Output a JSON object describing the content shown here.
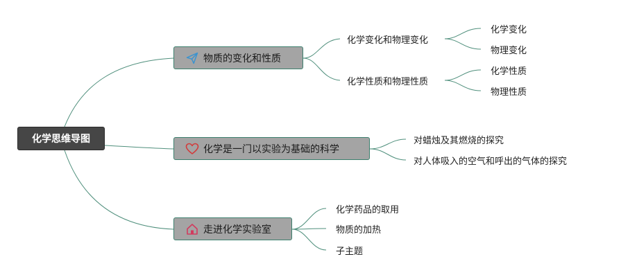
{
  "root": {
    "label": "化学思维导图"
  },
  "branches": [
    {
      "label": "物质的变化和性质",
      "icon": "paper-plane-icon",
      "children": [
        {
          "label": "化学变化和物理变化",
          "children": [
            {
              "label": "化学变化"
            },
            {
              "label": "物理变化"
            }
          ]
        },
        {
          "label": "化学性质和物理性质",
          "children": [
            {
              "label": "化学性质"
            },
            {
              "label": "物理性质"
            }
          ]
        }
      ]
    },
    {
      "label": "化学是一门以实验为基础的科学",
      "icon": "heart-icon",
      "children": [
        {
          "label": "对蜡烛及其燃烧的探究"
        },
        {
          "label": "对人体吸入的空气和呼出的气体的探究"
        }
      ]
    },
    {
      "label": "走进化学实验室",
      "icon": "home-icon",
      "children": [
        {
          "label": "化学药品的取用"
        },
        {
          "label": "物质的加热"
        },
        {
          "label": "子主题"
        }
      ]
    }
  ],
  "colors": {
    "link": "#4f8f7c",
    "root_fill": "#464646",
    "branch_fill": "#a4a4a4",
    "branch_border": "#3c7f6d",
    "paper_plane_icon": "#3b93cf",
    "heart_icon": "#d23b3b",
    "home_icon": "#d23b5e"
  }
}
